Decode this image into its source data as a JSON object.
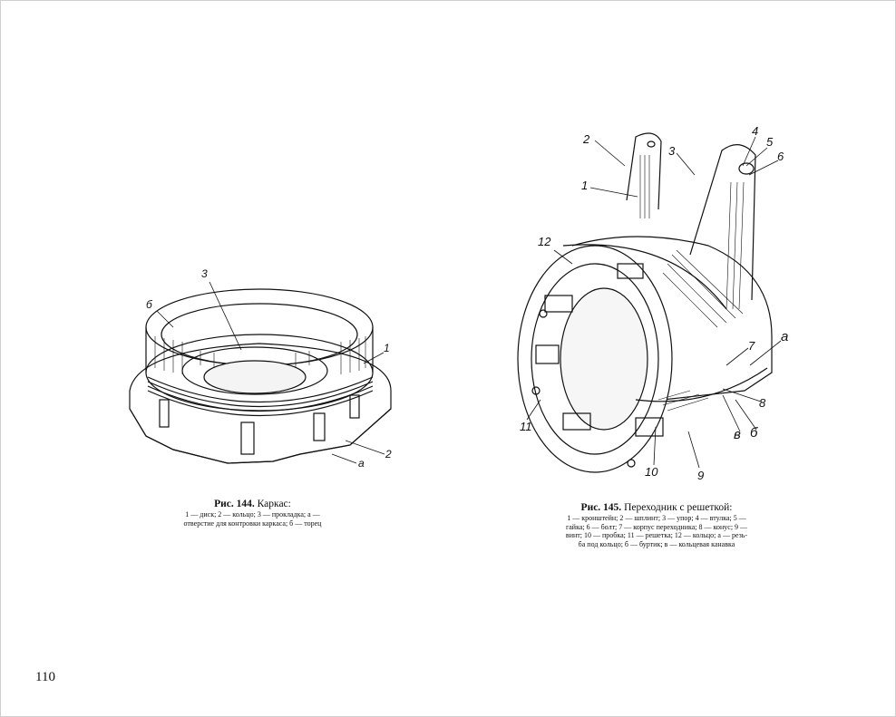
{
  "figures": [
    {
      "number_label": "Рис. 144.",
      "title": "Каркас:",
      "legend_lines": [
        "1 — диск;  2 — кольцо;  3 — прокладка;  а —",
        "отверстие для контровки каркаса; б — торец"
      ],
      "callouts": [
        "3",
        "б",
        "1",
        "2",
        "а"
      ]
    },
    {
      "number_label": "Рис. 145.",
      "title": "Переходник с решеткой:",
      "legend_lines": [
        "1 — кронштейн;  2 — шплинт;  3 — упор;  4 — втулка;  5 —",
        "гайка;  6 — болт;  7 — корпус переходника;  8 — конус;  9 —",
        "винт;  10 — пробка;  11 — решетка;  12 — кольцо;  а — резь-",
        "ба под кольцо;  б — буртик;  в — кольцевая канавка"
      ],
      "callouts": [
        "2",
        "3",
        "4",
        "5",
        "6",
        "1",
        "12",
        "7",
        "а",
        "8",
        "в",
        "б",
        "11",
        "10",
        "9"
      ]
    }
  ],
  "page_number": "110"
}
